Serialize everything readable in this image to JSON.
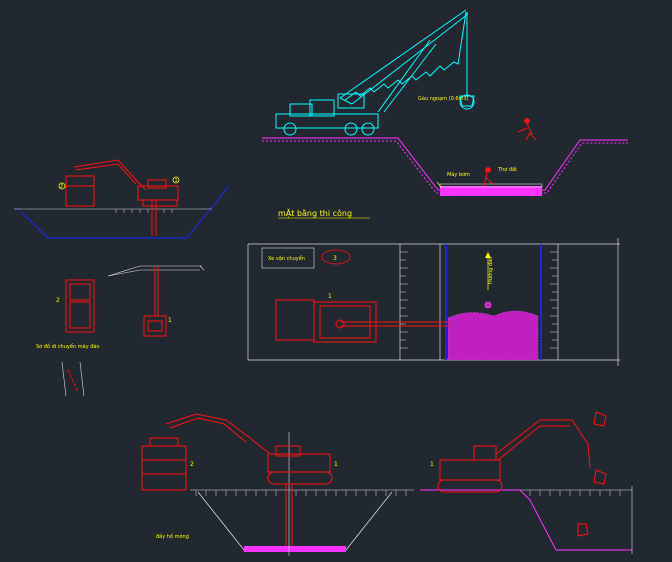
{
  "drawing": {
    "title": "mẶt bằng thi công",
    "notes": {
      "crane_bucket": "Gàu ngoạm (0.6m3)",
      "worker_top": "Thợ đất",
      "pump_label": "Máy bơm",
      "left_travel": "Sơ đồ di chuyển máy đào",
      "bottom_left_slope": "đáy hố móng",
      "truck_box": "Xe vận chuyển",
      "trench_vertical": "Hướng đào"
    },
    "markers": {
      "m1": "1",
      "m2": "2",
      "m3": "3"
    }
  },
  "colors": {
    "background": "#212830",
    "crane": "#00ffff",
    "equipment": "#ff1010",
    "ground": "#ff33ff",
    "pit_blue": "#1a28d8",
    "label_yellow": "#ffff00",
    "lines": "#dcdcdc"
  }
}
